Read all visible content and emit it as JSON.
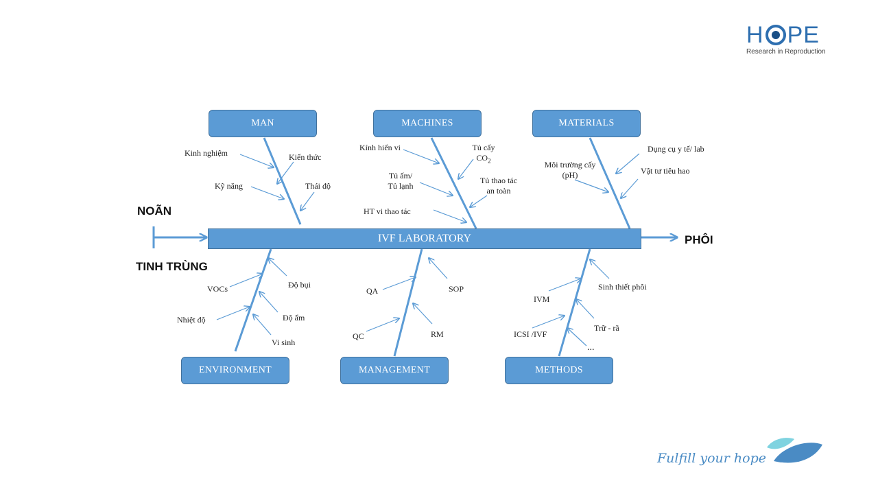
{
  "logo": {
    "left": "H",
    "right": "PE",
    "subtitle": "Research in Reproduction"
  },
  "tagline": "Fulfill your hope",
  "inputs": {
    "top": "NOÃN",
    "bottom": "TINH TRÙNG"
  },
  "output": "PHÔI",
  "spine_label": "IVF LABORATORY",
  "categories": {
    "man": "MAN",
    "machines": "MACHINES",
    "materials": "MATERIALS",
    "environment": "ENVIRONMENT",
    "management": "MANAGEMENT",
    "methods": "METHODS"
  },
  "causes": {
    "man": [
      "Kinh nghiệm",
      "Kiến thức",
      "Kỹ năng",
      "Thái độ"
    ],
    "machines": [
      "Kính hiển vi",
      "Tủ cấy",
      "CO",
      "2",
      "Tủ ấm/",
      "Tủ lạnh",
      "Tủ thao tác",
      "an toàn",
      "HT vi thao tác"
    ],
    "materials": [
      "Dụng cụ y tế/ lab",
      "Môi trường cấy",
      "(pH)",
      "Vật tư tiêu hao"
    ],
    "environment": [
      "VOCs",
      "Độ bụi",
      "Nhiệt độ",
      "Độ ẩm",
      "Vi sinh"
    ],
    "management": [
      "QA",
      "SOP",
      "QC",
      "RM"
    ],
    "methods": [
      "Sinh thiết phôi",
      "IVM",
      "ICSI /IVF",
      "Trữ - rã",
      "..."
    ]
  },
  "colors": {
    "accent": "#5b9bd5",
    "border": "#41719c",
    "arrow": "#5b9bd5",
    "logo": "#2e6fb0"
  }
}
